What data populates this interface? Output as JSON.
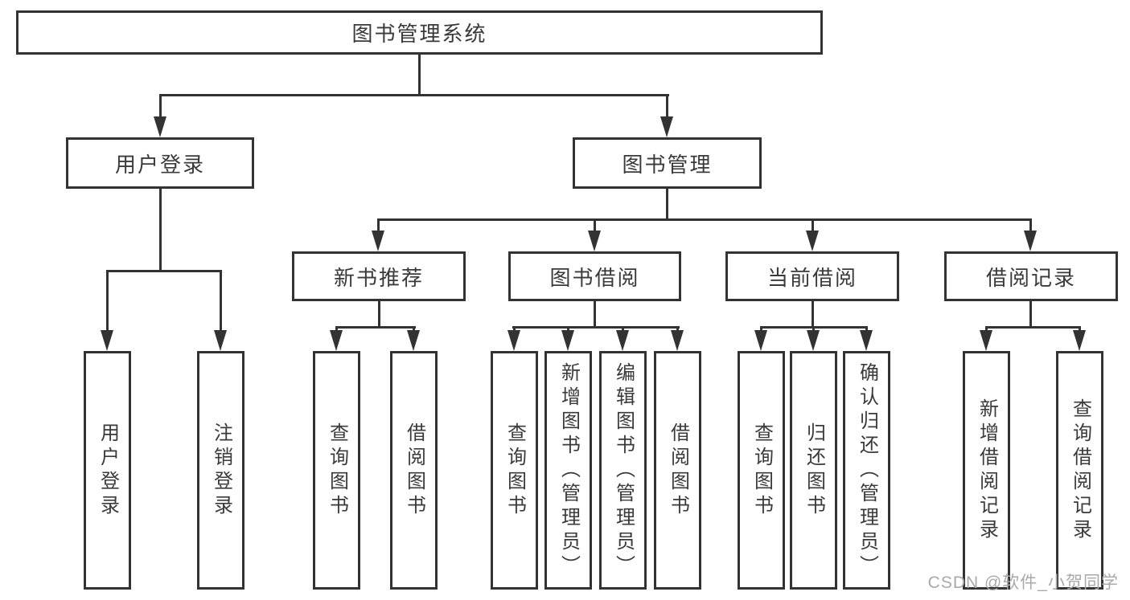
{
  "diagram": {
    "title": "图书管理系统",
    "root": {
      "label": "图书管理系统"
    },
    "level2": [
      {
        "label": "用户登录"
      },
      {
        "label": "图书管理"
      }
    ],
    "level3": [
      {
        "label": "新书推荐"
      },
      {
        "label": "图书借阅"
      },
      {
        "label": "当前借阅"
      },
      {
        "label": "借阅记录"
      }
    ],
    "leaves": {
      "user_login": [
        {
          "label": "用户登录"
        },
        {
          "label": "注销登录"
        }
      ],
      "new_book": [
        {
          "label": "查询图书"
        },
        {
          "label": "借阅图书"
        }
      ],
      "book_borrow": [
        {
          "label": "查询图书"
        },
        {
          "label": "新增图书（管理员）"
        },
        {
          "label": "编辑图书（管理员）"
        },
        {
          "label": "借阅图书"
        }
      ],
      "current_borrow": [
        {
          "label": "查询图书"
        },
        {
          "label": "归还图书"
        },
        {
          "label": "确认归还（管理员）"
        }
      ],
      "borrow_records": [
        {
          "label": "新增借阅记录"
        },
        {
          "label": "查询借阅记录"
        }
      ]
    }
  },
  "watermark": {
    "text": "CSDN @软件_小贺同学"
  },
  "colors": {
    "line": "#333333",
    "text": "#3a3a3a",
    "background": "#ffffff",
    "watermark": "#a9a9a9"
  }
}
